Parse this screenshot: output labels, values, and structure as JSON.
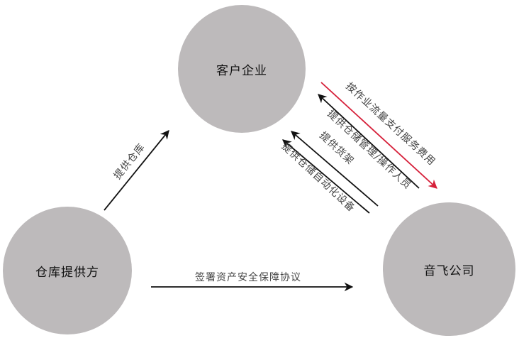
{
  "colors": {
    "node_fill": "#bdbabb",
    "node_text": "#111111",
    "arrow_black": "#111111",
    "arrow_red": "#d6203a",
    "edge_label": "#444444"
  },
  "nodes": {
    "customer": {
      "label": "客户企业"
    },
    "warehouse_provider": {
      "label": "仓库提供方"
    },
    "yinfei": {
      "label": "音飞公司"
    }
  },
  "edges": {
    "provide_warehouse": {
      "label": "提供仓库",
      "from": "仓库提供方",
      "to": "客户企业"
    },
    "sign_agreement": {
      "label": "签署资产安全保障协议",
      "from": "仓库提供方",
      "to": "音飞公司"
    },
    "pay_fee": {
      "label": "按作业流量支付服务费用",
      "from": "客户企业",
      "to": "音飞公司",
      "color": "red"
    },
    "provide_staff": {
      "label": "提供仓储管理/操作人员",
      "from": "音飞公司",
      "to": "客户企业"
    },
    "provide_racks": {
      "label": "提供货架",
      "from": "音飞公司",
      "to": "客户企业"
    },
    "provide_automation": {
      "label": "提供仓储自动化设备",
      "from": "音飞公司",
      "to": "客户企业"
    }
  }
}
